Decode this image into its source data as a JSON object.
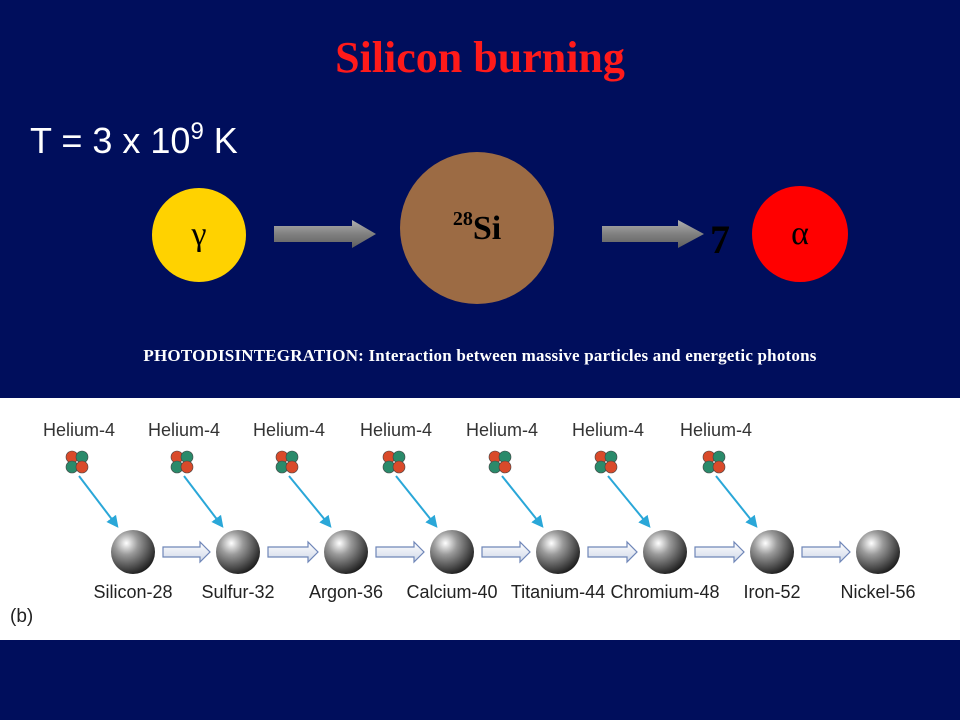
{
  "title": "Silicon burning",
  "temperature": {
    "prefix": "T = 3 x 10",
    "exponent": "9",
    "suffix": " K"
  },
  "reaction": {
    "gamma_symbol": "γ",
    "si_mass": "28",
    "si_symbol": "Si",
    "count": "7",
    "alpha_symbol": "α"
  },
  "caption": "PHOTODISINTEGRATION: Interaction between massive particles and energetic photons",
  "chain": {
    "inputs": [
      "Helium-4",
      "Helium-4",
      "Helium-4",
      "Helium-4",
      "Helium-4",
      "Helium-4",
      "Helium-4"
    ],
    "products": [
      "Silicon-28",
      "Sulfur-32",
      "Argon-36",
      "Calcium-40",
      "Titanium-44",
      "Chromium-48",
      "Iron-52",
      "Nickel-56"
    ],
    "panel_label": "(b)"
  },
  "colors": {
    "background": "#000e5c",
    "title": "#ff1a1a",
    "gamma": "#ffd200",
    "silicon": "#9c6b44",
    "alpha": "#ff0000",
    "arrow": "#7a7a7a",
    "chain_arrow": "#2aa7d8"
  }
}
